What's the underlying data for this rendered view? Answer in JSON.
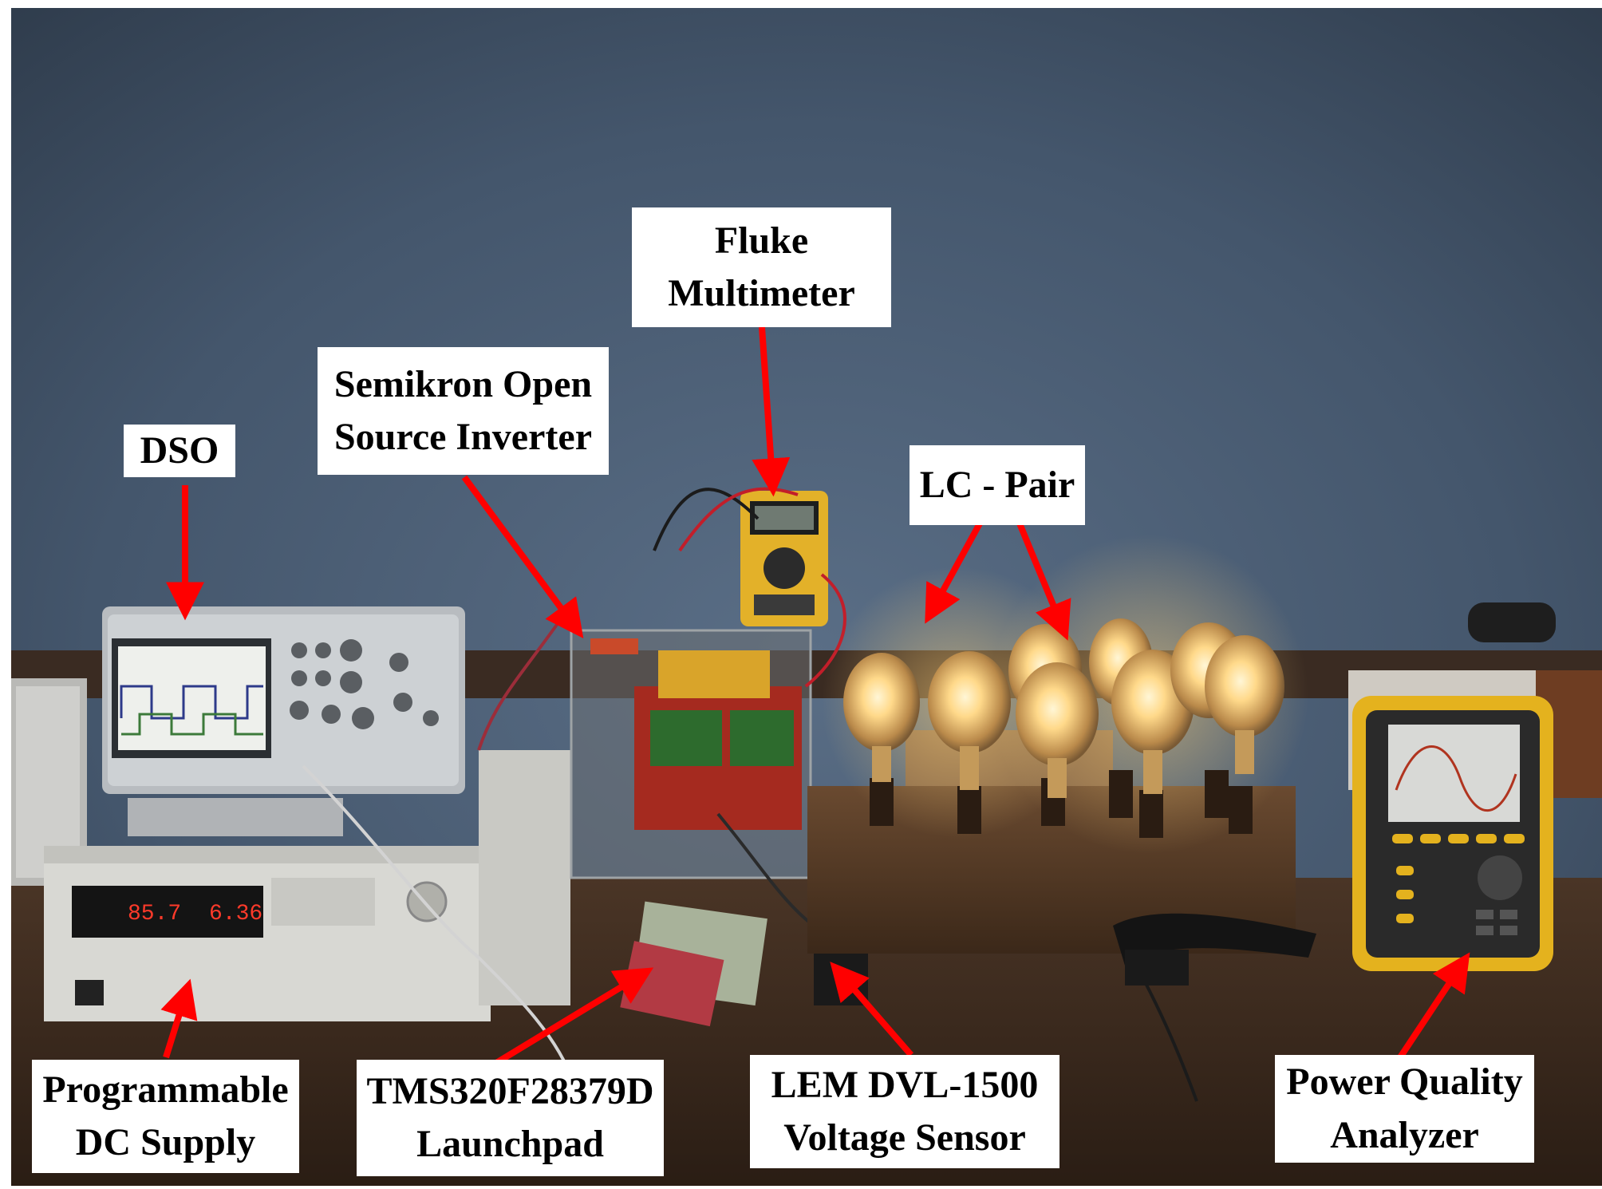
{
  "figure": {
    "arrow_color": "#ff0000",
    "label_background": "#ffffff",
    "label_text_color": "#000000"
  },
  "labels": {
    "dso": {
      "lines": [
        "DSO"
      ]
    },
    "semikron": {
      "lines": [
        "Semikron Open",
        "Source Inverter"
      ]
    },
    "fluke": {
      "lines": [
        "Fluke",
        "Multimeter"
      ]
    },
    "lc_pair": {
      "lines": [
        "LC - Pair"
      ]
    },
    "dc_supply": {
      "lines": [
        "Programmable",
        "DC Supply"
      ]
    },
    "launchpad": {
      "lines": [
        "TMS320F28379D",
        "Launchpad"
      ]
    },
    "lem": {
      "lines": [
        "LEM DVL-1500",
        "Voltage Sensor"
      ]
    },
    "pqa": {
      "lines": [
        "Power Quality",
        "Analyzer"
      ]
    }
  },
  "equipment_readouts": {
    "dc_supply_voltage": "85.7",
    "dc_supply_current": "6.36"
  }
}
